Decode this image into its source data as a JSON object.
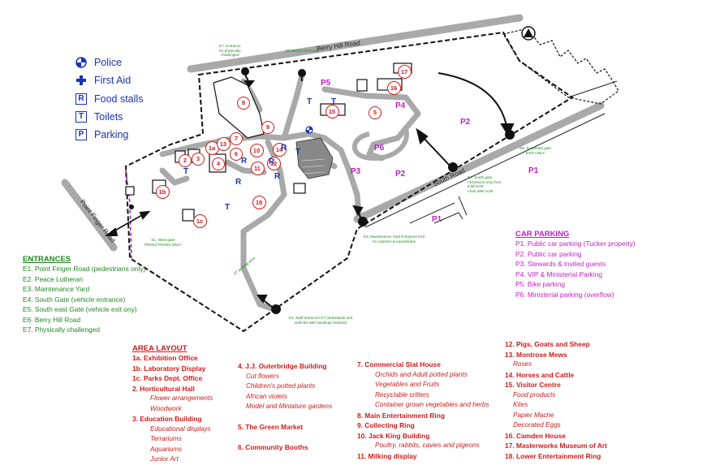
{
  "legend": [
    {
      "label": "Police",
      "icon": "police-badge-icon"
    },
    {
      "label": "First Aid",
      "icon": "first-aid-cross-icon"
    },
    {
      "label": "Food stalls",
      "icon": "R"
    },
    {
      "label": "Toilets",
      "icon": "T"
    },
    {
      "label": "Parking",
      "icon": "P"
    }
  ],
  "roads": {
    "berry_hill": "Berry Hill Road",
    "south": "South Road",
    "point_finger": "Point Finger Road"
  },
  "map_labels": {
    "e7_top": [
      "E7. Entrance",
      "for physically",
      "challenged"
    ],
    "e6": "E6. Berry Hill Road",
    "e8": [
      "E8. Southeast gate",
      "EXIT ONLY"
    ],
    "e4": [
      "E4. South gate",
      "• Entrance only from",
      "8:00-5:00",
      "• Exit after 5:00"
    ],
    "e1": [
      "E1. West gate",
      "PEDESTRIANS ONLY"
    ],
    "e3": [
      "E3. Maintenance Yard Entrance/ Exit",
      "for caterers & equestrians"
    ],
    "e2": [
      "E2. Staff entrance/ E7 (individuals and",
      "vehicles with handicap stickers)"
    ],
    "e7_parking": "E7 parking area"
  },
  "parking_markers": [
    "P1",
    "P1",
    "P2",
    "P2",
    "P3",
    "P4",
    "P5",
    "P6"
  ],
  "numbered_markers": [
    "1a",
    "1b",
    "1c",
    "2",
    "3",
    "4",
    "5",
    "6",
    "7",
    "8",
    "9",
    "10",
    "11",
    "12",
    "13",
    "14",
    "15",
    "16",
    "17",
    "18"
  ],
  "entrances": {
    "title": "ENTRANCES",
    "items": [
      "E1. Point Finger Road (pedestrians only)",
      "E2. Peace Lutheran",
      "E3. Maintenance Yard",
      "E4. South Gate (vehicle entrance)",
      "E5. South east Gate (vehicle exit ony)",
      "E6. Berry Hill Road",
      "E7. Physically challenged"
    ]
  },
  "car_parking": {
    "title": "CAR PARKING",
    "items": [
      "P1. Public car parking (Tucker property)",
      "P2. Public car parking",
      "P3. Stewards & invited guests",
      "P4. VIP & Ministerial Parking",
      "P5. Bike parking",
      "P6. Ministerial parking (overflow)"
    ]
  },
  "area_layout": {
    "title": "AREA LAYOUT",
    "col1": [
      {
        "t": "1a.   Exhibition Office",
        "type": "item"
      },
      {
        "t": "1b.   Laboratory Display",
        "type": "item"
      },
      {
        "t": "1c.   Parks Dept. Office",
        "type": "item"
      },
      {
        "t": "2.     Horticultural Hall",
        "type": "item"
      },
      {
        "t": "Flower arrangements",
        "type": "sub"
      },
      {
        "t": "Woodwork",
        "type": "sub"
      },
      {
        "t": "3.     Education Building",
        "type": "item"
      },
      {
        "t": "Educational displays",
        "type": "sub"
      },
      {
        "t": "Terrariums",
        "type": "sub"
      },
      {
        "t": "Aquariums",
        "type": "sub"
      },
      {
        "t": "Junior Art",
        "type": "sub"
      }
    ],
    "col2": [
      {
        "t": "4.   J.J. Outerbridge Building",
        "type": "item"
      },
      {
        "t": "Cut flowers",
        "type": "sub"
      },
      {
        "t": "Children's potted plants",
        "type": "sub"
      },
      {
        "t": "African violets",
        "type": "sub"
      },
      {
        "t": "Model and Miniature gardens",
        "type": "sub"
      },
      {
        "t": "",
        "type": "gap"
      },
      {
        "t": "5.   The Green Market",
        "type": "item"
      },
      {
        "t": "",
        "type": "gap"
      },
      {
        "t": "6.   Community Booths",
        "type": "item"
      }
    ],
    "col3": [
      {
        "t": "7.     Commercial Slat House",
        "type": "item"
      },
      {
        "t": "Orchids and Adult potted plants",
        "type": "sub"
      },
      {
        "t": "Vegetables and Fruits",
        "type": "sub"
      },
      {
        "t": "Recyclable critters",
        "type": "sub"
      },
      {
        "t": "Container grown vegetables and herbs",
        "type": "sub"
      },
      {
        "t": "8.     Main Entertainment Ring",
        "type": "item"
      },
      {
        "t": "9.     Collecting Ring",
        "type": "item"
      },
      {
        "t": "10.   Jack King Building",
        "type": "item"
      },
      {
        "t": "Poultry, rabbits, cavies and pigeons",
        "type": "sub"
      },
      {
        "t": "11.   Milking display",
        "type": "item"
      }
    ],
    "col4": [
      {
        "t": "12.   Pigs, Goats and Sheep",
        "type": "item"
      },
      {
        "t": "13.   Montrose Mews",
        "type": "item"
      },
      {
        "t": "Roses",
        "type": "sub"
      },
      {
        "t": "14.   Horses and Cattle",
        "type": "item"
      },
      {
        "t": "15.   Visitor Centre",
        "type": "item"
      },
      {
        "t": "Food products",
        "type": "sub"
      },
      {
        "t": "Kites",
        "type": "sub"
      },
      {
        "t": "Papier Mache",
        "type": "sub"
      },
      {
        "t": "Decorated Eggs",
        "type": "sub"
      },
      {
        "t": "16.   Camden House",
        "type": "item"
      },
      {
        "t": "17.   Masterworks Museum of Art",
        "type": "item"
      },
      {
        "t": "18.   Lower Entertainment Ring",
        "type": "item"
      }
    ]
  },
  "colors": {
    "blue": "#1a33b5",
    "green": "#1f8a1f",
    "red": "#d11a1a",
    "magenta": "#c21fc2",
    "road": "#a9a9a9"
  }
}
